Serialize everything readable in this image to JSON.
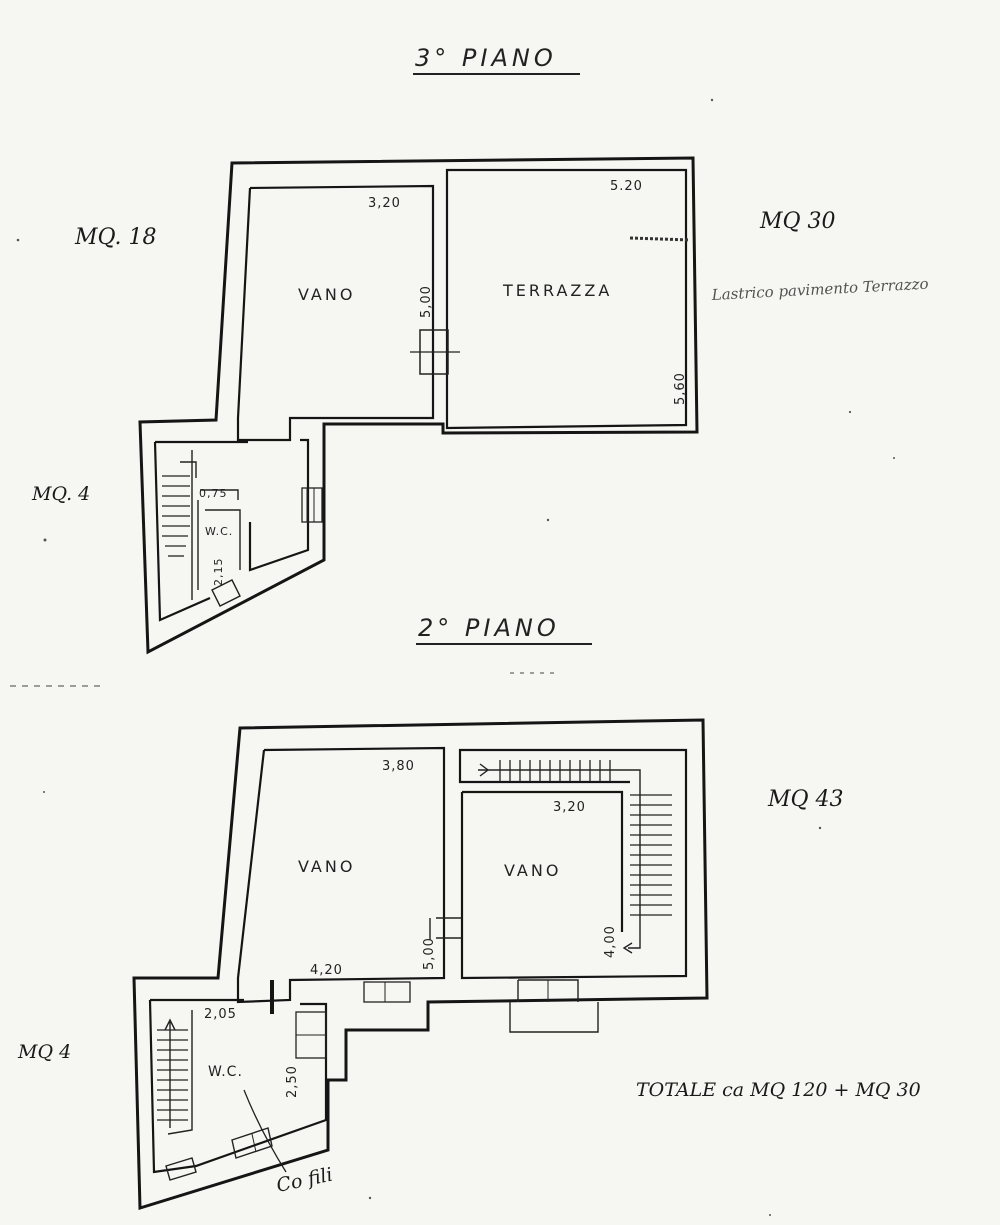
{
  "floors": {
    "third": {
      "title": "3° PIANO",
      "rooms": {
        "vano": "VANO",
        "terrazza": "TERRAZZA",
        "wc": "W.C."
      },
      "dims": {
        "vano_width": "3,20",
        "vano_depth": "5,00",
        "terrazza_width": "5.20",
        "terrazza_depth": "5,60",
        "wc_top": "0,75",
        "wc_side": "2,15"
      },
      "areas": {
        "vano": "MQ. 18",
        "terrazza": "MQ 30",
        "wc": "MQ. 4"
      },
      "note": "Lastrico pavimento Terrazzo"
    },
    "second": {
      "title": "2° PIANO",
      "rooms": {
        "vano_left": "VANO",
        "vano_right": "VANO",
        "wc": "W.C."
      },
      "dims": {
        "left_width": "3,80",
        "right_width": "3,20",
        "left_depth": "5,00",
        "right_depth": "4,00",
        "corridor": "4,20",
        "wc_width": "2,05",
        "wc_depth": "2,50"
      },
      "areas": {
        "main": "MQ 43",
        "wc": "MQ 4"
      },
      "wc_note": "Co fili"
    }
  },
  "total": "TOTALE ca MQ 120 + MQ 30"
}
